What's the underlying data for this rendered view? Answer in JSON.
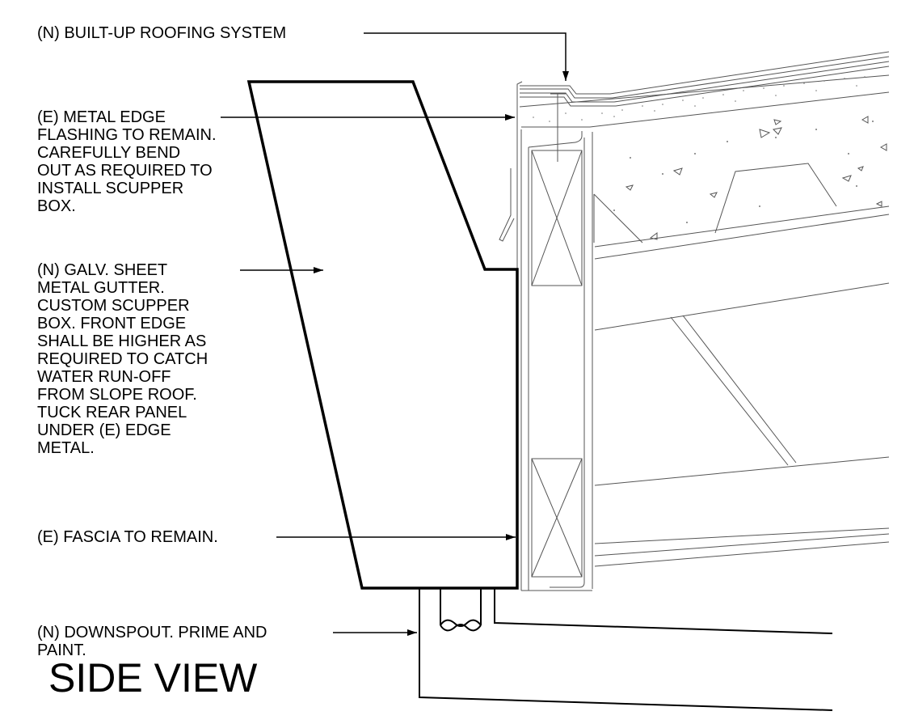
{
  "title": "SIDE VIEW",
  "callouts": [
    {
      "id": "roofing",
      "lines": [
        "(N) BUILT-UP ROOFING SYSTEM"
      ]
    },
    {
      "id": "metal-edge",
      "lines": [
        "(E) METAL EDGE",
        "FLASHING TO REMAIN.",
        "CAREFULLY BEND",
        "OUT AS REQUIRED TO",
        "INSTALL SCUPPER",
        "BOX."
      ]
    },
    {
      "id": "gutter",
      "lines": [
        "(N) GALV. SHEET",
        "METAL GUTTER.",
        "CUSTOM SCUPPER",
        "BOX. FRONT EDGE",
        "SHALL BE HIGHER AS",
        "REQUIRED TO CATCH",
        "WATER RUN-OFF",
        "FROM SLOPE ROOF.",
        "TUCK REAR PANEL",
        "UNDER (E) EDGE",
        "METAL."
      ]
    },
    {
      "id": "fascia",
      "lines": [
        "(E) FASCIA TO REMAIN."
      ]
    },
    {
      "id": "downspout",
      "lines": [
        "(N) DOWNSPOUT. PRIME AND",
        "PAINT."
      ]
    }
  ]
}
